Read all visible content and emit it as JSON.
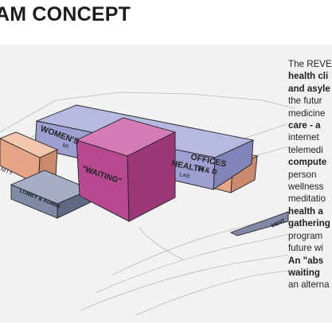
{
  "title": "AM CONCEPT",
  "blocks": {
    "offices": "OFFICES",
    "rd": "R & D",
    "womens": "WOMEN'S",
    "mi": "MI",
    "waiting": "\"WAITING\"",
    "health": "HEALTH",
    "lab": "LAB",
    "unity": "NITY",
    "lobby": "LOBBY & ADMIN",
    "ment": "MENT"
  },
  "text_lines": [
    {
      "t": "The REVE",
      "bold": false
    },
    {
      "t": "health cli",
      "bold": true
    },
    {
      "t": "and asyle",
      "bold": true
    },
    {
      "t": "the futur",
      "bold": false
    },
    {
      "t": "medicine",
      "bold": false
    },
    {
      "t": "care - a",
      "bold": true
    },
    {
      "t": "internet",
      "bold": false
    },
    {
      "t": "telemedi",
      "bold": false
    },
    {
      "t": "compute",
      "bold": true
    },
    {
      "t": "person",
      "bold": false
    },
    {
      "t": "wellness",
      "bold": false
    },
    {
      "t": "meditatio",
      "bold": false
    },
    {
      "t": "health a",
      "bold": true
    },
    {
      "t": "gathering",
      "bold": true
    },
    {
      "t": "program",
      "bold": false
    },
    {
      "t": "future wi",
      "bold": false
    },
    {
      "t": "An \"abs",
      "bold": true
    },
    {
      "t": "waiting",
      "bold": true
    },
    {
      "t": "an alterna",
      "bold": false
    }
  ],
  "colors": {
    "lavender": "#9e9fd1",
    "magenta": "#b6498f",
    "salmon": "#e7a587",
    "slate": "#7f8aa7",
    "background": "#f2f2f2"
  }
}
